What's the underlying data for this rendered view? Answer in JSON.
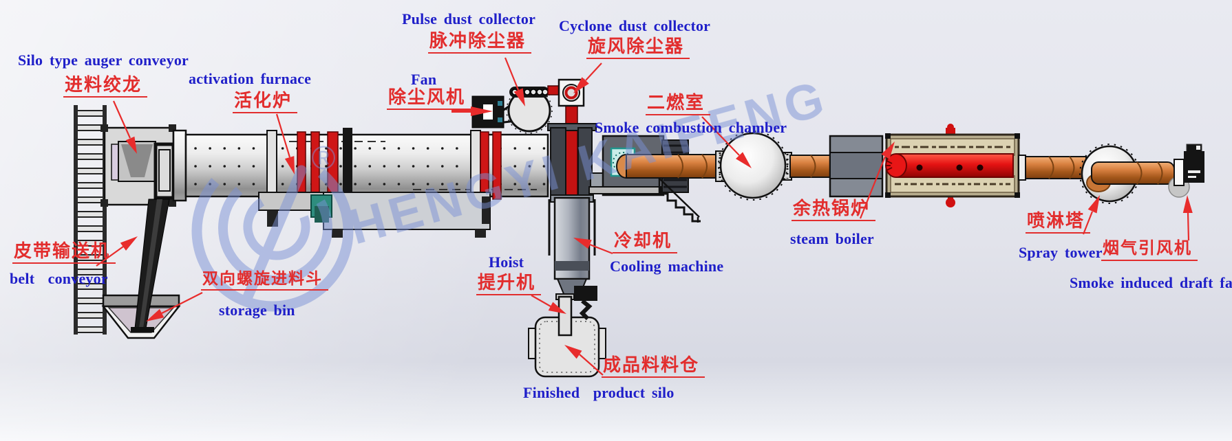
{
  "colors": {
    "label_en": "#1f1fc9",
    "label_zh": "#e22d2d",
    "leader": "#e82c2c",
    "watermark": "#7b90d4"
  },
  "watermark": {
    "brand": "HENGYI KAIFENG",
    "registered": "®"
  },
  "labels": {
    "silo_auger": {
      "en": "Silo type auger conveyor",
      "zh": "进料绞龙"
    },
    "activation": {
      "en": "activation furnace",
      "zh": "活化炉"
    },
    "pulse_collector": {
      "en": "Pulse dust collector",
      "zh": "脉冲除尘器"
    },
    "cyclone": {
      "en": "Cyclone dust collector",
      "zh": "旋风除尘器"
    },
    "fan": {
      "en": "Fan",
      "zh": "除尘风机"
    },
    "combustion": {
      "en": "Smoke combustion chamber",
      "zh": "二燃室"
    },
    "belt_conveyor": {
      "en": "belt  conveyor",
      "zh": "皮带输送机"
    },
    "storage_bin": {
      "en": "storage bin",
      "zh": "双向螺旋进料斗"
    },
    "hoist": {
      "en": "Hoist",
      "zh": "提升机"
    },
    "cooling": {
      "en": "Cooling machine",
      "zh": "冷却机"
    },
    "steam_boiler": {
      "en": "steam boiler",
      "zh": "余热锅炉"
    },
    "spray_tower": {
      "en": "Spray tower",
      "zh": "喷淋塔"
    },
    "draft_fan": {
      "en": "Smoke induced draft fan",
      "zh": "烟气引风机"
    },
    "finished_silo": {
      "en": "Finished  product silo",
      "zh": "成品料料仓"
    }
  }
}
